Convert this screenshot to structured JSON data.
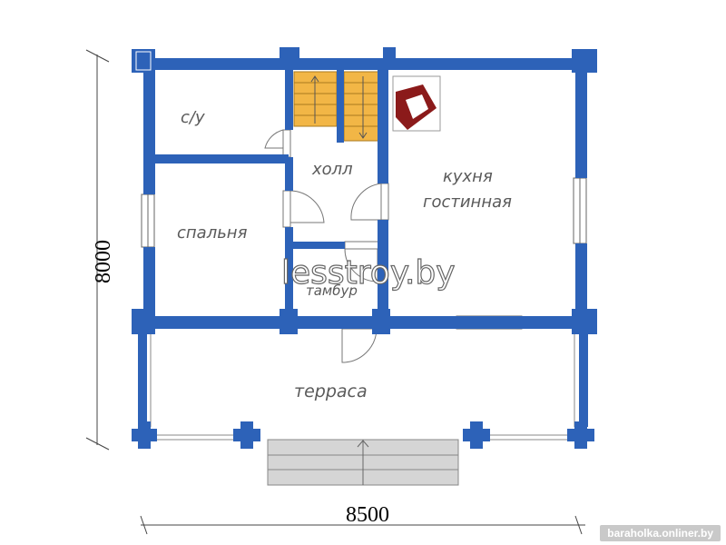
{
  "rooms": {
    "bathroom": "с/у",
    "hall": "холл",
    "kitchen_line1": "кухня",
    "kitchen_line2": "гостинная",
    "bedroom": "спальня",
    "vestibule": "тамбур",
    "terrace": "терраса"
  },
  "dimensions": {
    "width": "8500",
    "height": "8000"
  },
  "watermark": "lesstroy.by",
  "source_badge": "baraholka.onliner.by",
  "colors": {
    "wall": "#2d62b8",
    "stairs": "#f2b646",
    "stove": "#8b1a1a",
    "porch_steps": "#d5d5d5"
  }
}
